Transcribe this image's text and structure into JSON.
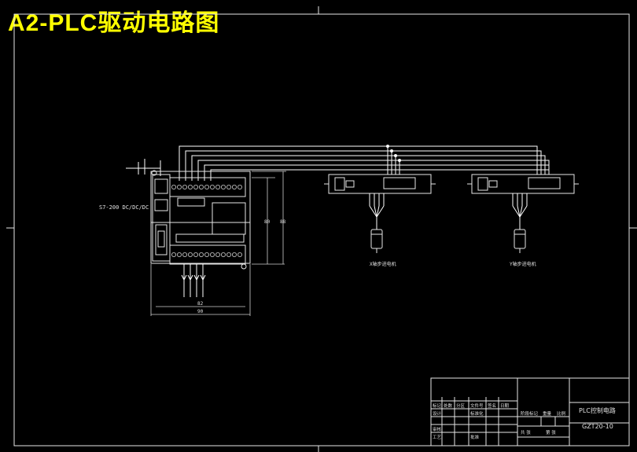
{
  "title": "A2-PLC驱动电路图",
  "plc": {
    "model_label": "S7-200 DC/DC/DC",
    "dims": {
      "width_inner": "82",
      "width_outer": "90",
      "height_inner": "80",
      "height_outer": "88"
    }
  },
  "drivers": [
    {
      "motor_label": "X轴步进电机"
    },
    {
      "motor_label": "Y轴步进电机"
    }
  ],
  "title_block": {
    "drawing_name": "PLC控制电路",
    "drawing_number": "GZT20-10",
    "cells": {
      "mark": "标记",
      "count": "处数",
      "zone": "分区",
      "doc_no": "文件号",
      "sign": "签名",
      "date": "日期",
      "design": "设计",
      "std": "标准化",
      "stage_mark": "阶段标记",
      "weight": "重量",
      "scale": "比例",
      "review": "审核",
      "craft": "工艺",
      "approve": "批准",
      "sheet_total": "共 张",
      "sheet_no": "第 张"
    }
  }
}
